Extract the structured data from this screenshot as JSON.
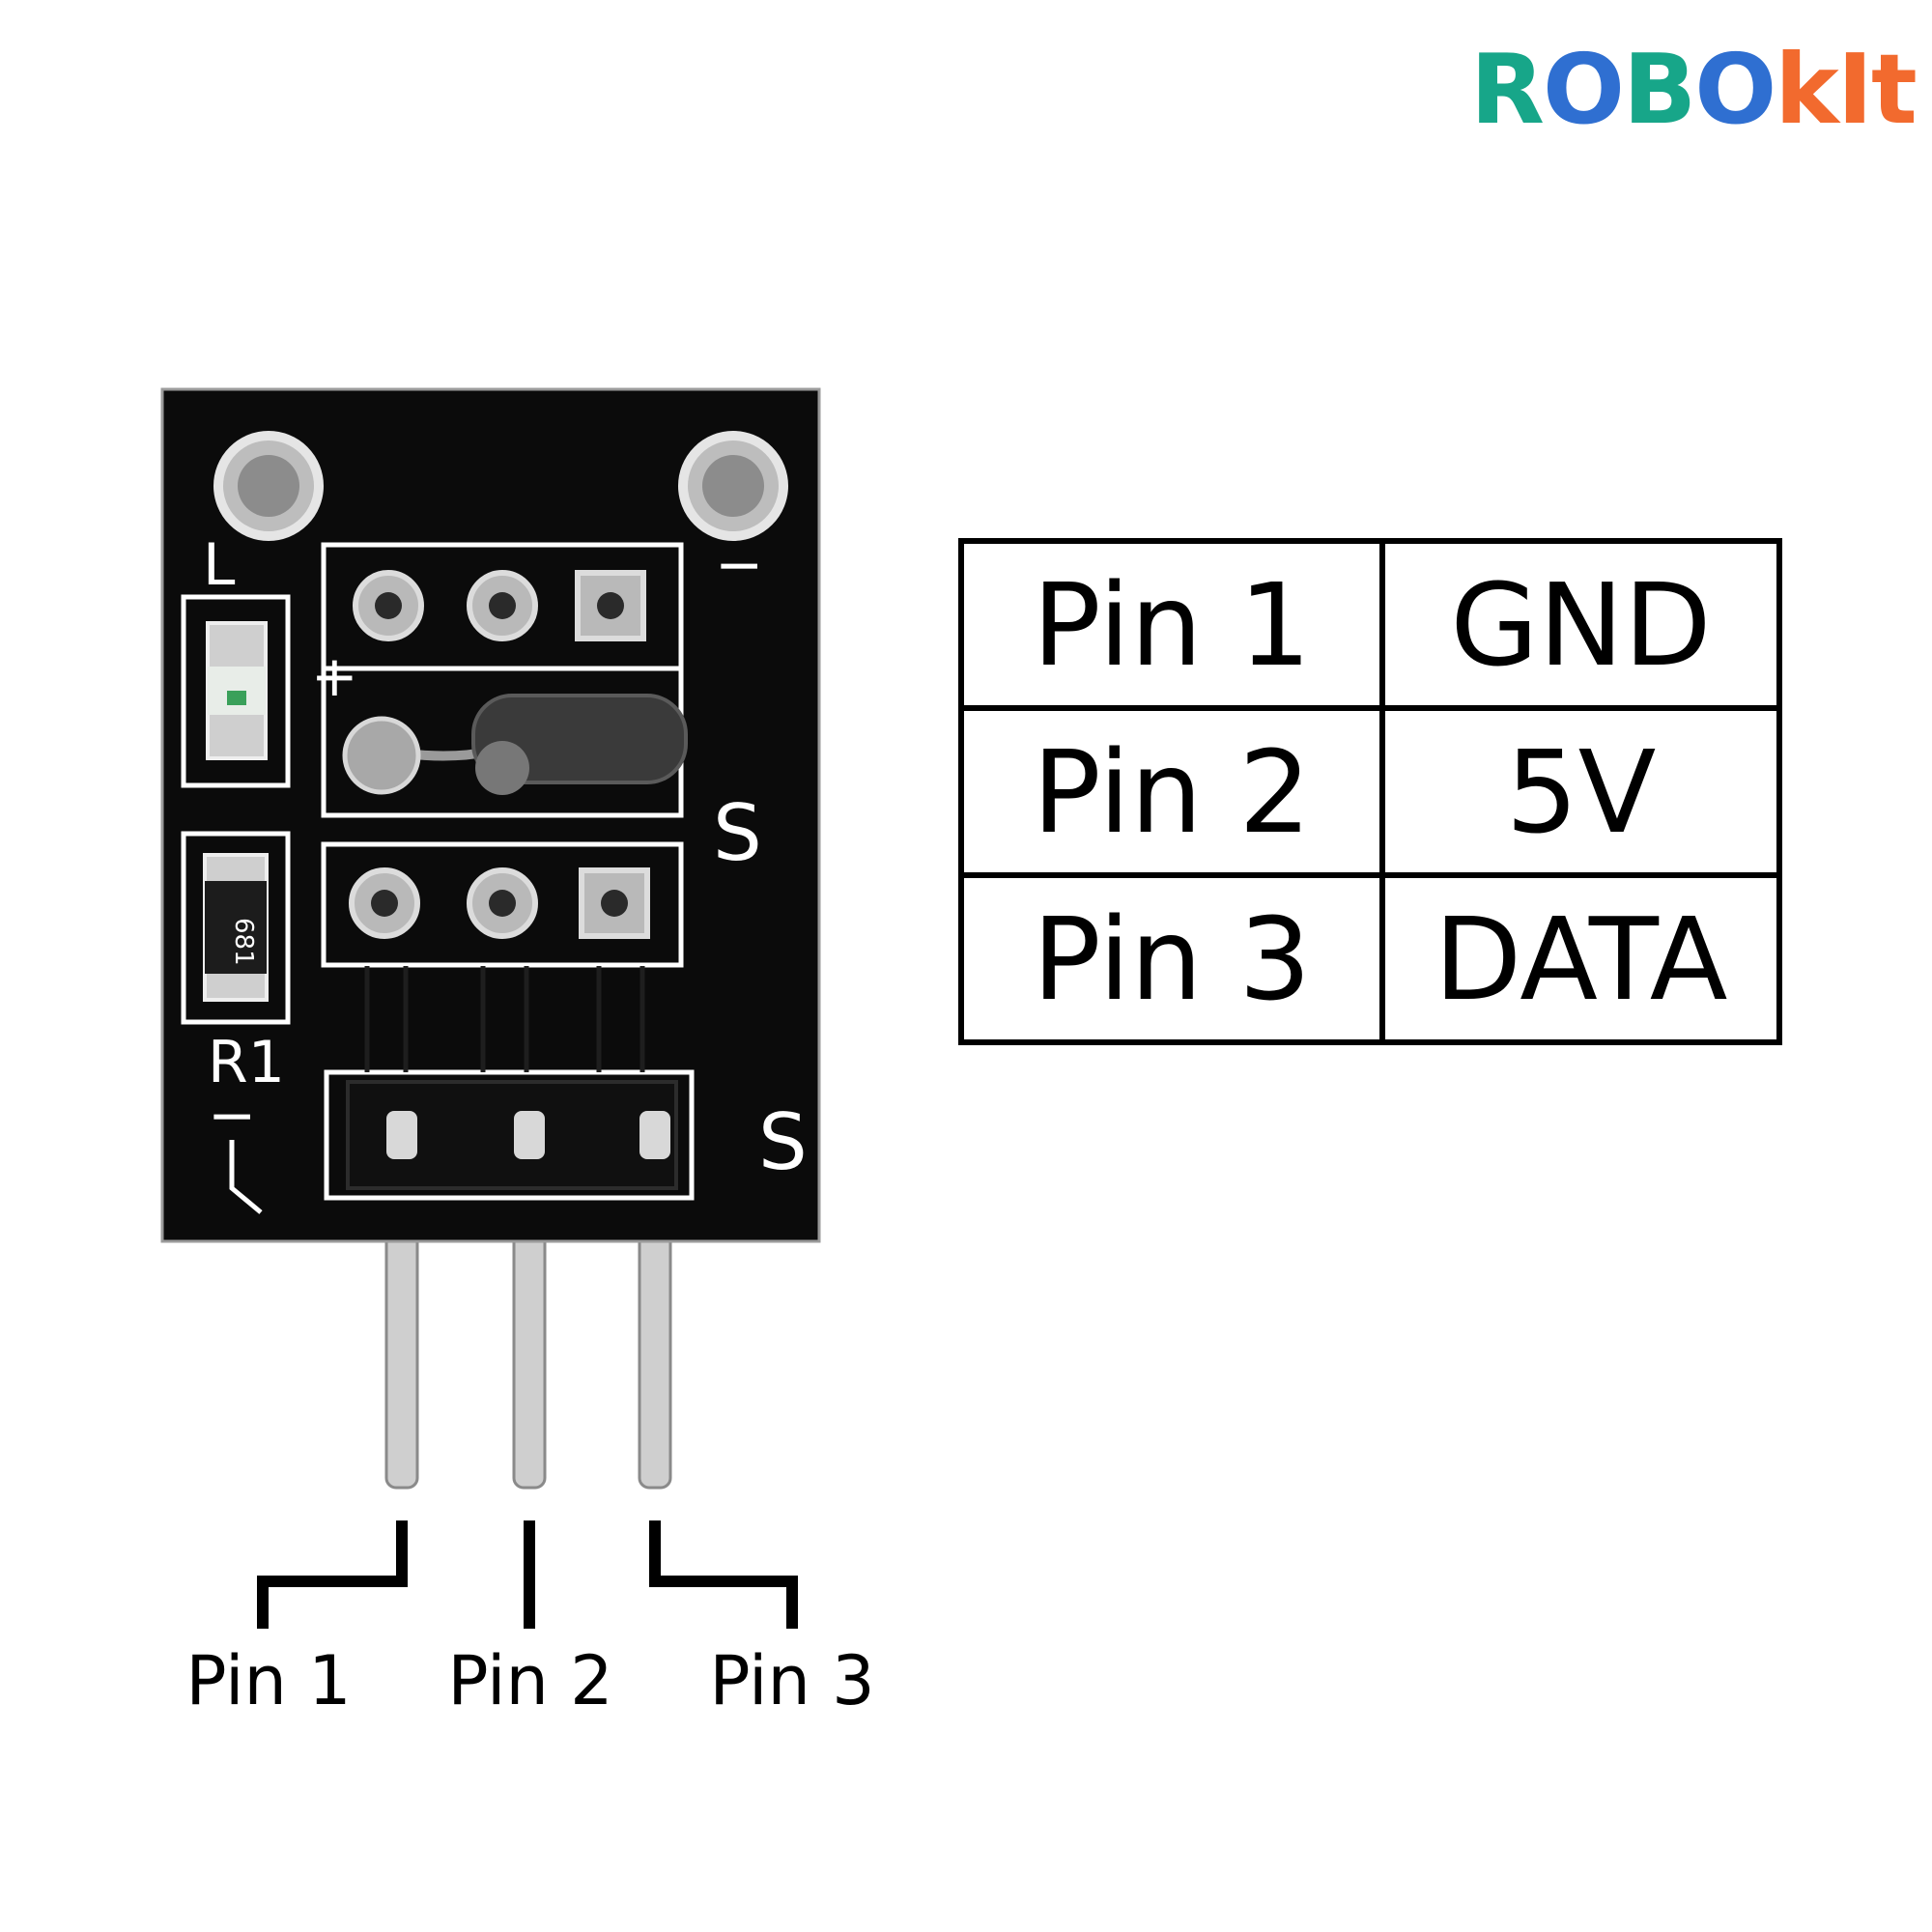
{
  "logo": {
    "segments": [
      {
        "text": "ROBO",
        "color": "#17a689"
      },
      {
        "text": "k",
        "color": "#f26a2e"
      },
      {
        "text": "I",
        "color": "#f26a2e"
      },
      {
        "text": "t",
        "color": "#f26a2e"
      }
    ],
    "secondary_color": "#2f6fd1"
  },
  "board": {
    "labels": {
      "led": "L",
      "resistor_ref": "R1",
      "resistor_code": "681",
      "minus_top": "−",
      "minus_bottom": "−",
      "plus": "+",
      "signal_mid": "S",
      "signal_header": "S"
    },
    "colors": {
      "pcb": "#0b0b0b",
      "silkscreen": "#ffffff",
      "pads": "#b9b9b9",
      "pins": "#cfcfcf",
      "sensor_body": "#3a3a3a"
    }
  },
  "pin_table": [
    {
      "pin": "Pin 1",
      "function": "GND"
    },
    {
      "pin": "Pin 2",
      "function": "5V"
    },
    {
      "pin": "Pin 3",
      "function": "DATA"
    }
  ],
  "pin_captions": [
    "Pin 1",
    "Pin 2",
    "Pin 3"
  ]
}
